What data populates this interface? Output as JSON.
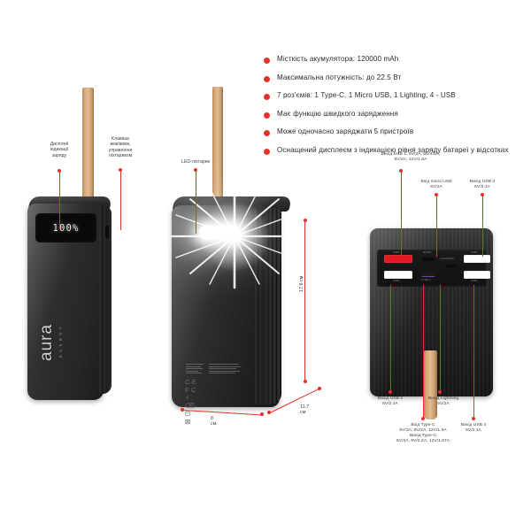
{
  "features": {
    "items": [
      "Місткість акумулятора: 120000 mAh",
      "Максимальна потужність: до 22.5 Вт",
      "7 роз'ємів: 1 Type-C, 1 Micro USB,  1 Lighting, 4 - USB",
      "Має функцію швидкого зарядження",
      "Може одночасно заряджати 5 пристроїв",
      "Оснащений дисплеєм з індикацією рівня заряду батареї у відсотках"
    ],
    "bullet_color": "#e5312b"
  },
  "device_front": {
    "label_display": "Дисплей\nіндикації\nзаряду",
    "label_display_l1": "Дисплей",
    "label_display_l2": "індикації",
    "label_display_l3": "заряду",
    "label_button_l1": "Клавіша",
    "label_button_l2": "вмк/вимк,",
    "label_button_l3": "управління",
    "label_button_l4": "ліхтариком",
    "screen_value": "100%",
    "brand": "aura",
    "brand_sub": "ENERGY"
  },
  "device_side": {
    "label_led": "LED-ліхтарик",
    "dimension_height": "17.6 см",
    "dimension_width": "8 см",
    "dimension_depth": "11.7 см",
    "cert_marks": "CE FC ⚡ ⌫ ⊡ ⊠"
  },
  "device_ports": {
    "top_labels": [
      {
        "l1": "Вихід USB 1:  5V/3A, 5V/4.5A,",
        "l2": "9V/2A, 12V/1.5A"
      },
      {
        "l1": "Вхід micro USB",
        "l2": "5V/2A"
      },
      {
        "l1": "Вихід USB 3",
        "l2": "5V/2.1A"
      }
    ],
    "bottom_labels": [
      {
        "l1": "Вихід USB 2",
        "l2": "5V/2.1A"
      },
      {
        "l1": "Вихід Lightning",
        "l2": "5V/2A"
      },
      {
        "l1": "Вхід Type-C",
        "l2": "5V/3A, 9V/2A, 12V/1.5A",
        "l3": "Вихід Type-C",
        "l4": "5V/3A, 9V/2.2A, 12V/1.67A"
      },
      {
        "l1": "Вихід USB 4",
        "l2": "5V/2.1A"
      }
    ],
    "port_names": [
      "usb-1-red",
      "usb-2-white",
      "micro-usb",
      "type-c",
      "lightning",
      "usb-3",
      "usb-4"
    ],
    "port_captions": {
      "usb1": "USB1",
      "usb2": "USB2",
      "micro": "MICRO",
      "typec": "TYPE-C",
      "lightning": "LIGHTNING",
      "usb3": "USB3",
      "usb4": "USB4"
    }
  },
  "colors": {
    "accent_red": "#e5312b",
    "body_dark": "#262626",
    "strap_tan": "#d7a877",
    "text_dark": "#2b2b2b",
    "label_gray": "#404040"
  }
}
